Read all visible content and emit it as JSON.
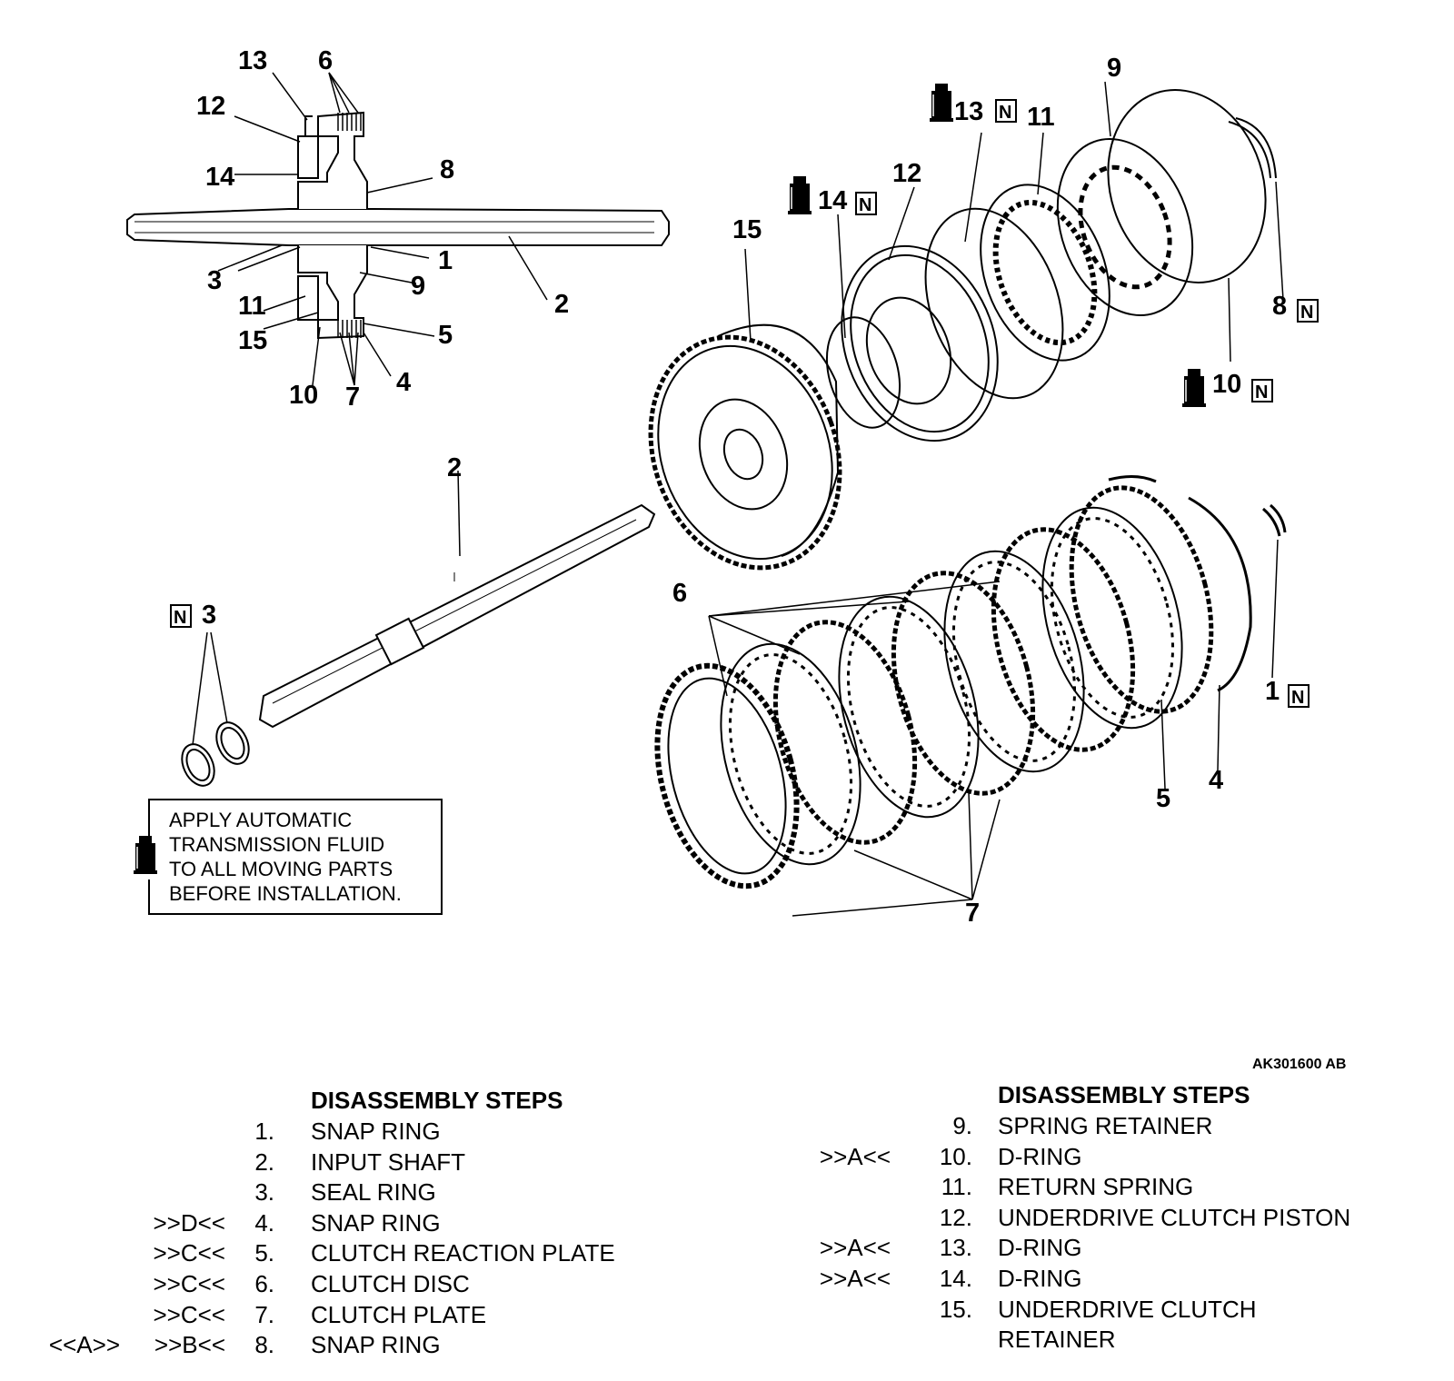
{
  "figure_id": "AK301600 AB",
  "note": {
    "lines": [
      "APPLY AUTOMATIC",
      "TRANSMISSION FLUID",
      "TO ALL MOVING PARTS",
      "BEFORE INSTALLATION."
    ]
  },
  "new_part_mark": "N",
  "callouts": {
    "c1": "1",
    "c2": "2",
    "c3": "3",
    "c4": "4",
    "c5": "5",
    "c6": "6",
    "c7": "7",
    "c8": "8",
    "c9": "9",
    "c10": "10",
    "c11": "11",
    "c12": "12",
    "c13": "13",
    "c14": "14",
    "c15": "15"
  },
  "steps_left": {
    "heading": "DISASSEMBLY STEPS",
    "items": [
      {
        "ref2": "",
        "ref1": "",
        "num": "1.",
        "text": "SNAP RING"
      },
      {
        "ref2": "",
        "ref1": "",
        "num": "2.",
        "text": "INPUT SHAFT"
      },
      {
        "ref2": "",
        "ref1": "",
        "num": "3.",
        "text": "SEAL RING"
      },
      {
        "ref2": "",
        "ref1": ">>D<<",
        "num": "4.",
        "text": "SNAP RING"
      },
      {
        "ref2": "",
        "ref1": ">>C<<",
        "num": "5.",
        "text": "CLUTCH REACTION PLATE"
      },
      {
        "ref2": "",
        "ref1": ">>C<<",
        "num": "6.",
        "text": "CLUTCH DISC"
      },
      {
        "ref2": "",
        "ref1": ">>C<<",
        "num": "7.",
        "text": "CLUTCH PLATE"
      },
      {
        "ref2": "<<A>>",
        "ref1": ">>B<<",
        "num": "8.",
        "text": "SNAP RING"
      }
    ]
  },
  "steps_right": {
    "heading": "DISASSEMBLY STEPS",
    "items": [
      {
        "ref1": "",
        "num": "9.",
        "text": "SPRING RETAINER"
      },
      {
        "ref1": ">>A<<",
        "num": "10.",
        "text": "D-RING"
      },
      {
        "ref1": "",
        "num": "11.",
        "text": "RETURN SPRING"
      },
      {
        "ref1": "",
        "num": "12.",
        "text": "UNDERDRIVE CLUTCH PISTON"
      },
      {
        "ref1": ">>A<<",
        "num": "13.",
        "text": "D-RING"
      },
      {
        "ref1": ">>A<<",
        "num": "14.",
        "text": "D-RING"
      },
      {
        "ref1": "",
        "num": "15.",
        "text": "UNDERDRIVE CLUTCH"
      },
      {
        "ref1": "",
        "num": "",
        "text": "RETAINER"
      }
    ]
  }
}
